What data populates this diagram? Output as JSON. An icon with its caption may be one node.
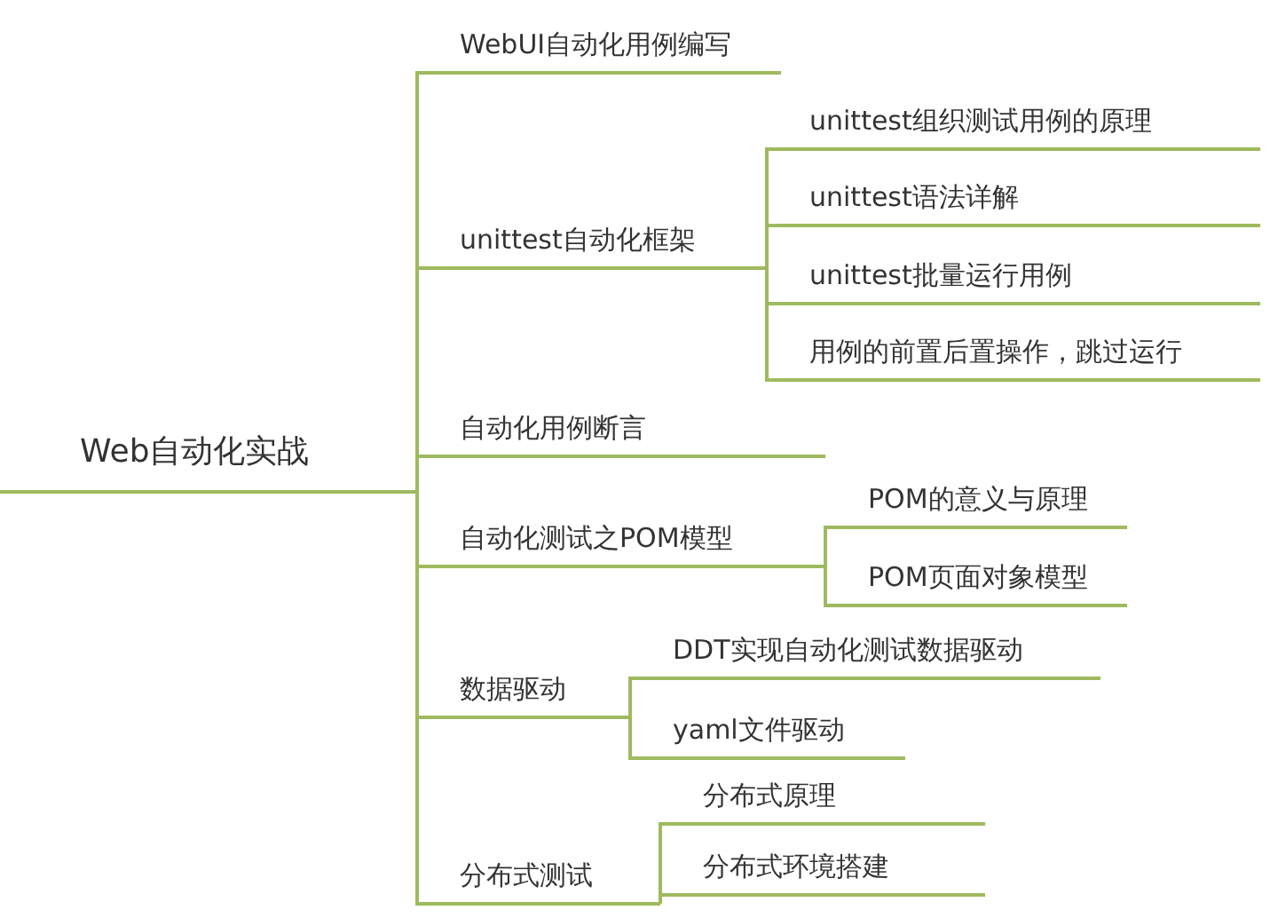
{
  "diagram": {
    "nodes": [
      {
        "text": [
          "Web自动化实战"
        ]
      },
      {
        "text": [
          "WebUI自动化用例编写"
        ]
      },
      {
        "text": [
          "unittest自动化框架"
        ]
      },
      {
        "text": [
          "unittest组织测试用例的原理"
        ]
      },
      {
        "text": [
          "unittest语法详解"
        ]
      },
      {
        "text": [
          "unittest批量运行用例"
        ]
      },
      {
        "text": [
          "用例的前置后置操作，跳过运行"
        ]
      },
      {
        "text": [
          "自动化用例断言"
        ]
      },
      {
        "text": [
          "自动化测试之POM模型"
        ]
      },
      {
        "text": [
          "POM的意义与原理"
        ]
      },
      {
        "text": [
          "POM页面对象模型"
        ]
      },
      {
        "text": [
          "数据驱动"
        ]
      },
      {
        "text": [
          "DDT实现自动化测试数据驱动"
        ]
      },
      {
        "text": [
          "yaml文件驱动"
        ]
      },
      {
        "text": [
          "分布式测试"
        ]
      },
      {
        "text": [
          "分布式原理"
        ]
      },
      {
        "text": [
          "分布式环境搭建"
        ]
      }
    ],
    "edges": [
      {
        "from": 0,
        "to": 1,
        "arrow": "none"
      },
      {
        "from": 0,
        "to": 2,
        "arrow": "none"
      },
      {
        "from": 2,
        "to": 3,
        "arrow": "none"
      },
      {
        "from": 2,
        "to": 4,
        "arrow": "none"
      },
      {
        "from": 2,
        "to": 5,
        "arrow": "none"
      },
      {
        "from": 2,
        "to": 6,
        "arrow": "none"
      },
      {
        "from": 0,
        "to": 7,
        "arrow": "none"
      },
      {
        "from": 0,
        "to": 8,
        "arrow": "none"
      },
      {
        "from": 8,
        "to": 9,
        "arrow": "none"
      },
      {
        "from": 8,
        "to": 10,
        "arrow": "none"
      },
      {
        "from": 0,
        "to": 11,
        "arrow": "none"
      },
      {
        "from": 11,
        "to": 12,
        "arrow": "none"
      },
      {
        "from": 11,
        "to": 13,
        "arrow": "none"
      },
      {
        "from": 0,
        "to": 14,
        "arrow": "none"
      },
      {
        "from": 14,
        "to": 15,
        "arrow": "none"
      },
      {
        "from": 14,
        "to": 16,
        "arrow": "none"
      }
    ]
  }
}
